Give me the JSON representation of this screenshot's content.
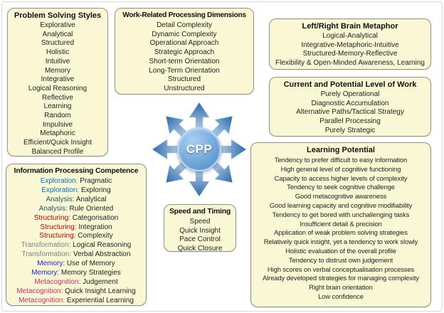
{
  "style": {
    "box_fill": "#faf8d4",
    "box_border": "#8f8f82",
    "arrow_gradient_start": "#e4eff9",
    "arrow_gradient_end": "#2f6dad",
    "circle_blue": "#5b9bd5"
  },
  "center": {
    "label": "CPP"
  },
  "boxes": {
    "problem_solving_styles": {
      "title": "Problem Solving Styles",
      "items": [
        "Explorative",
        "Analytical",
        "Structured",
        "Holistic",
        "Intuitive",
        "Memory",
        "Integrative",
        "Logical Reasoning",
        "Reflective",
        "Learning",
        "Random",
        "Impulsive",
        "Metaphoric",
        "Efficient/Quick Insight",
        "Balanced Profile"
      ]
    },
    "work_related_processing_dimensions": {
      "title": "Work-Related Processing Dimensions",
      "items": [
        "Detail Complexity",
        "Dynamic Complexity",
        "Operational Approach",
        "Strategic Approach",
        "Short-term Orientation",
        "Long-Term Orientation",
        "Structured",
        "Unstructured"
      ]
    },
    "left_right_brain_metaphor": {
      "title": "Left/Right Brain Metaphor",
      "items": [
        "Logical-Analytical",
        "Integrative-Metaphoric-Intuitive",
        "Structured-Memory-Reflective",
        "Flexibility & Open-Minded Awareness, Learning"
      ]
    },
    "current_potential_level_of_work": {
      "title": "Current and Potential Level of Work",
      "items": [
        "Purely Operational",
        "Diagnostic Accumulation",
        "Alternative Paths/Tactical Strategy",
        "Parallel Processing",
        "Purely Strategic"
      ]
    },
    "information_processing_competence": {
      "title": "Information Processing Competence",
      "items": [
        {
          "prefix": "Exploration",
          "text": "Pragmatic",
          "color": "#0070c0"
        },
        {
          "prefix": "Exploration",
          "text": "Exploring",
          "color": "#0070c0"
        },
        {
          "prefix": "Analysis",
          "text": "Analytical",
          "color": "#215868"
        },
        {
          "prefix": "Analysis",
          "text": "Rule Oriented",
          "color": "#215868"
        },
        {
          "prefix": "Structuring",
          "text": "Categorisation",
          "color": "#c00000"
        },
        {
          "prefix": "Structuring",
          "text": "Integration",
          "color": "#c00000"
        },
        {
          "prefix": "Structuring",
          "text": "Complexity",
          "color": "#c00000"
        },
        {
          "prefix": "Transformation",
          "text": "Logical Reasoning",
          "color": "#7f7f7f"
        },
        {
          "prefix": "Transformation",
          "text": "Verbal Abstraction",
          "color": "#7f7f7f"
        },
        {
          "prefix": "Memory",
          "text": "Use of Memory",
          "color": "#2222cc"
        },
        {
          "prefix": "Memory",
          "text": "Memory Strategies",
          "color": "#2222cc"
        },
        {
          "prefix": "Metacognition",
          "text": "Judgement",
          "color": "#c9306b"
        },
        {
          "prefix": "Metacognition",
          "text": "Quick Insight Learning",
          "color": "#c9306b"
        },
        {
          "prefix": "Metacognition",
          "text": "Experiential Learning",
          "color": "#c9306b"
        }
      ]
    },
    "speed_and_timing": {
      "title": "Speed and Timing",
      "items": [
        "Speed",
        "Quick Insight",
        "Pace Control",
        "Quick Closure"
      ]
    },
    "learning_potential": {
      "title": "Learning Potential",
      "items": [
        "Tendency to prefer difficult to easy information",
        "High general level of cognitive functioning",
        "Capacity to access higher levels of complexity",
        "Tendency to seek cognitive challenge",
        "Good metacognitive awareness",
        "Good learning capacity and cognitive modifiability",
        "Tendency to get bored with unchallenging tasks",
        "Insufficient detail & precision",
        "Application of weak problem solving strategies",
        "Relatively quick insight, yet a tendency to work slowly",
        "Holistic evaluation of the overall profile",
        "Tendency to distrust own judgement",
        "High scores on verbal conceptualisation processes",
        "Already developed strategies for managing complexity",
        "Right brain orientation",
        "Low confidence"
      ]
    }
  }
}
